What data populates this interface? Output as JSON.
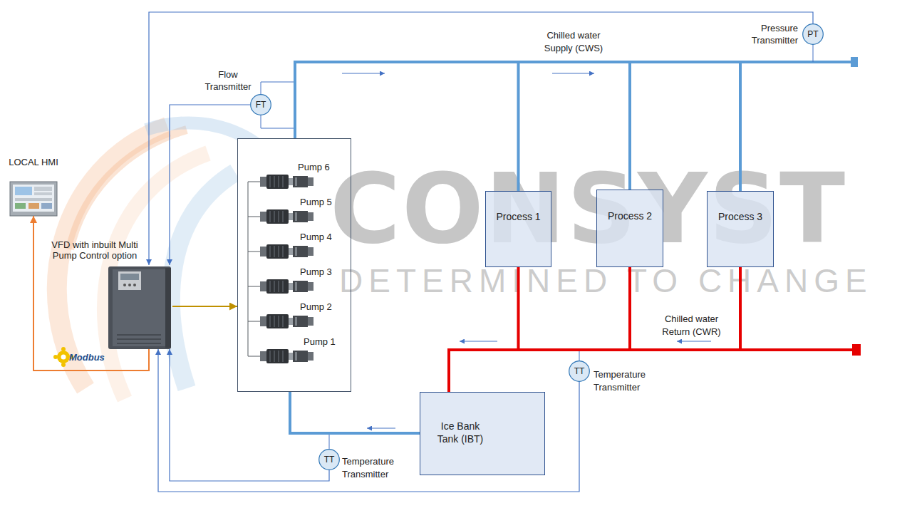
{
  "diagram": {
    "nodes": [
      {
        "text": [
          "LOCAL HMI"
        ]
      },
      {
        "text": [
          "VFD with inbuilt Multi Pump Control option"
        ]
      },
      {
        "text": [
          "Flow Transmitter",
          "FT"
        ]
      },
      {
        "text": []
      },
      {
        "text": [
          "Pump 6"
        ],
        "in": 3
      },
      {
        "text": [
          "Pump 5"
        ],
        "in": 3
      },
      {
        "text": [
          "Pump 4"
        ],
        "in": 3
      },
      {
        "text": [
          "Pump 3"
        ],
        "in": 3
      },
      {
        "text": [
          "Pump 2"
        ],
        "in": 3
      },
      {
        "text": [
          "Pump 1"
        ],
        "in": 3
      },
      {
        "text": [
          "Pressure Transmitter",
          "PT"
        ]
      },
      {
        "text": [
          "Process 1"
        ]
      },
      {
        "text": [
          "Process 2"
        ]
      },
      {
        "text": [
          "Process 3"
        ]
      },
      {
        "text": [
          "TT",
          "Temperature Transmitter"
        ]
      },
      {
        "text": [
          "Ice Bank Tank (IBT)"
        ]
      },
      {
        "text": [
          "TT",
          "Temperature Transmitter"
        ]
      }
    ],
    "edges": [
      {
        "from": 1,
        "to": 0,
        "arrow": "to",
        "label": "Modbus"
      },
      {
        "from": 1,
        "to": 3,
        "arrow": "to"
      },
      {
        "from": 2,
        "to": 1,
        "arrow": "to"
      },
      {
        "from": 10,
        "to": 1,
        "arrow": "to"
      },
      {
        "from": 16,
        "to": 1,
        "arrow": "to"
      },
      {
        "from": 14,
        "to": 1,
        "arrow": "to"
      },
      {
        "from": 3,
        "to": 11,
        "arrow": "none"
      },
      {
        "from": 3,
        "to": 12,
        "arrow": "none"
      },
      {
        "from": 3,
        "to": 13,
        "arrow": "none"
      },
      {
        "from": 11,
        "to": 15,
        "arrow": "none"
      },
      {
        "from": 12,
        "to": 15,
        "arrow": "none"
      },
      {
        "from": 13,
        "to": 15,
        "arrow": "none"
      },
      {
        "from": 15,
        "to": 3,
        "arrow": "none"
      }
    ],
    "labels": [
      "Chilled water Supply (CWS)",
      "Chilled water Return (CWR)",
      "CONSYST",
      "DETERMINED TO CHANGE"
    ]
  }
}
